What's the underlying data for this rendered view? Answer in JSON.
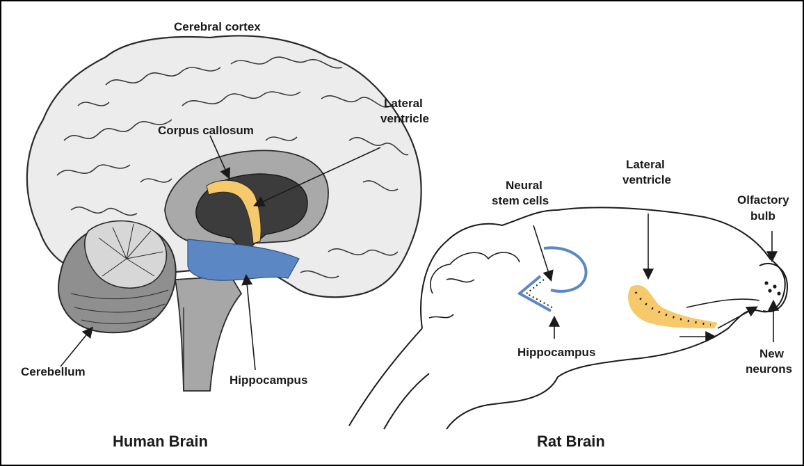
{
  "human_brain": {
    "title": "Human Brain",
    "labels": {
      "cerebral_cortex": "Cerebral cortex",
      "corpus_callosum": "Corpus callosum",
      "lateral_ventricle_1": "Lateral",
      "lateral_ventricle_2": "ventricle",
      "cerebellum": "Cerebellum",
      "hippocampus": "Hippocampus"
    }
  },
  "rat_brain": {
    "title": "Rat Brain",
    "labels": {
      "neural_stem_cells_1": "Neural",
      "neural_stem_cells_2": "stem cells",
      "lateral_ventricle_1": "Lateral",
      "lateral_ventricle_2": "ventricle",
      "olfactory_bulb_1": "Olfactory",
      "olfactory_bulb_2": "bulb",
      "hippocampus": "Hippocampus",
      "new_neurons_1": "New",
      "new_neurons_2": "neurons"
    }
  },
  "colors": {
    "hippocampus": "#5b87c5",
    "ventricle_highlight": "#f6c96a",
    "cortex_fill": "#ececec",
    "midbrain_gray": "#9a9a9a",
    "dark_core": "#3c3c3c"
  }
}
